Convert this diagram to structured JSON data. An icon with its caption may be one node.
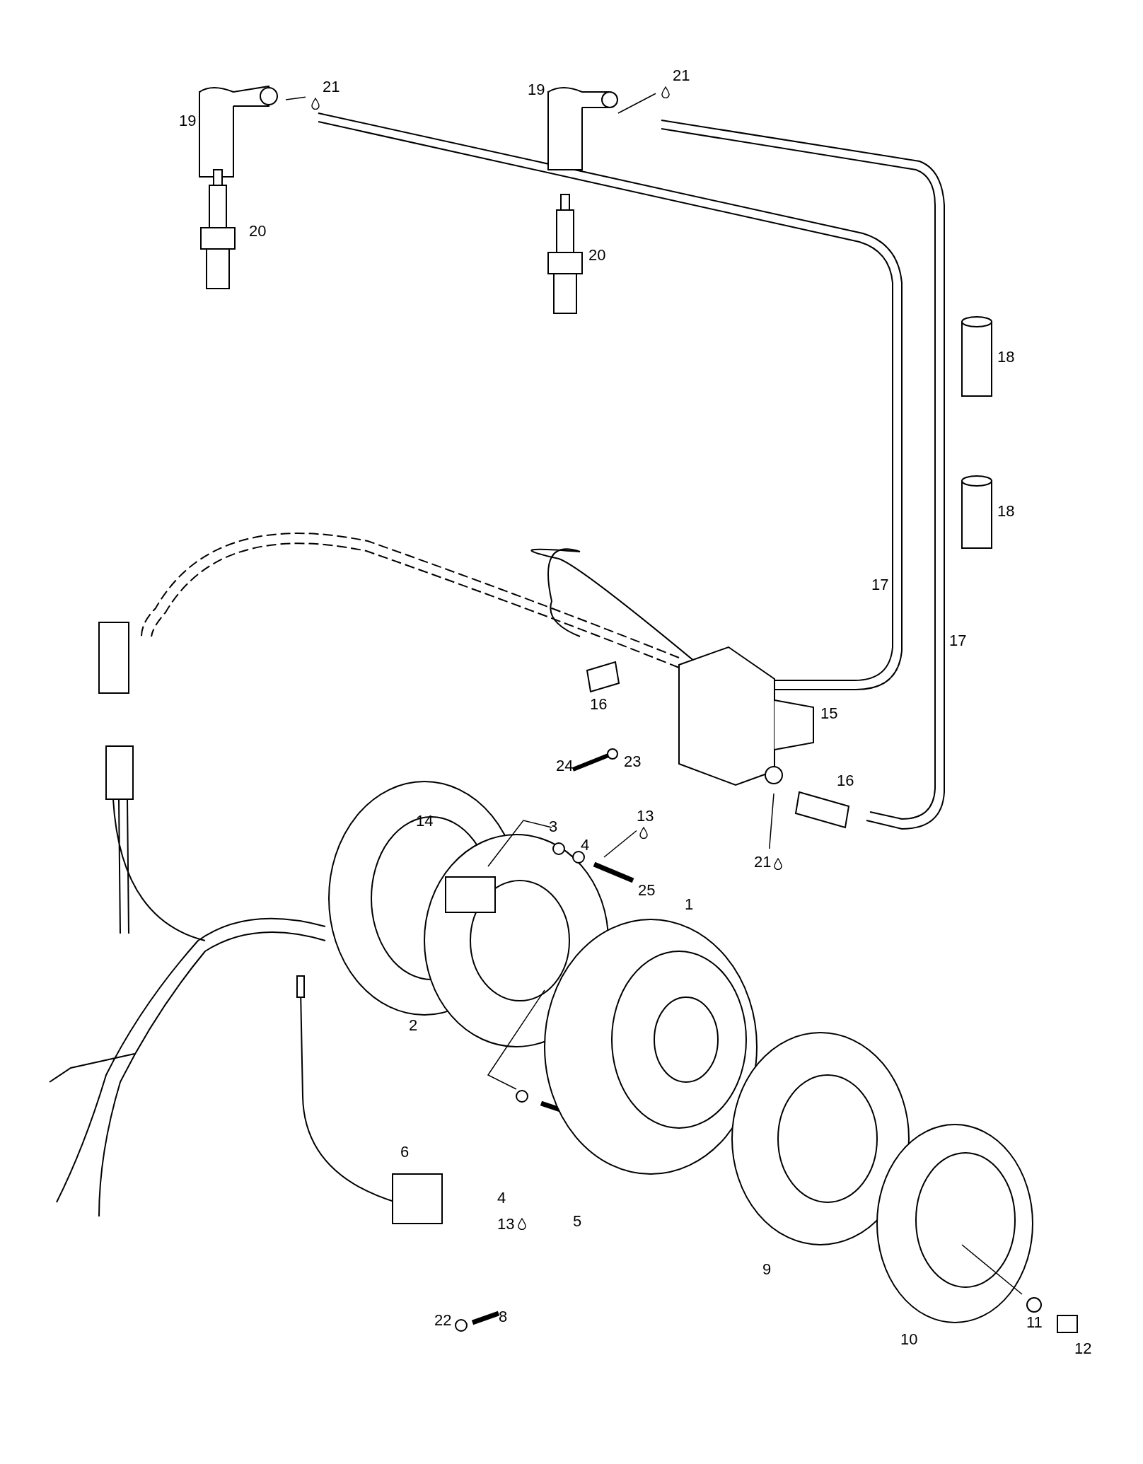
{
  "diagram": {
    "nodes": [
      {
        "text": [
          "21"
        ]
      },
      {
        "text": [
          "21"
        ]
      },
      {
        "text": [
          "21"
        ]
      },
      {
        "text": [
          "13"
        ]
      }
    ],
    "edges": [
      {
        "from": 0,
        "to": null,
        "arrow": "none"
      },
      {
        "from": 1,
        "to": null,
        "arrow": "none"
      },
      {
        "from": 2,
        "to": null,
        "arrow": "none"
      },
      {
        "from": 3,
        "to": null,
        "arrow": "none"
      }
    ],
    "labels": [
      "19",
      "19",
      "20",
      "20",
      "18",
      "18",
      "17",
      "17",
      "16",
      "15",
      "24",
      "23",
      "16",
      "14",
      "3",
      "4",
      "25",
      "1",
      "2",
      "6",
      "4",
      "13",
      "5",
      "22",
      "8",
      "9",
      "10",
      "11",
      "12"
    ]
  }
}
